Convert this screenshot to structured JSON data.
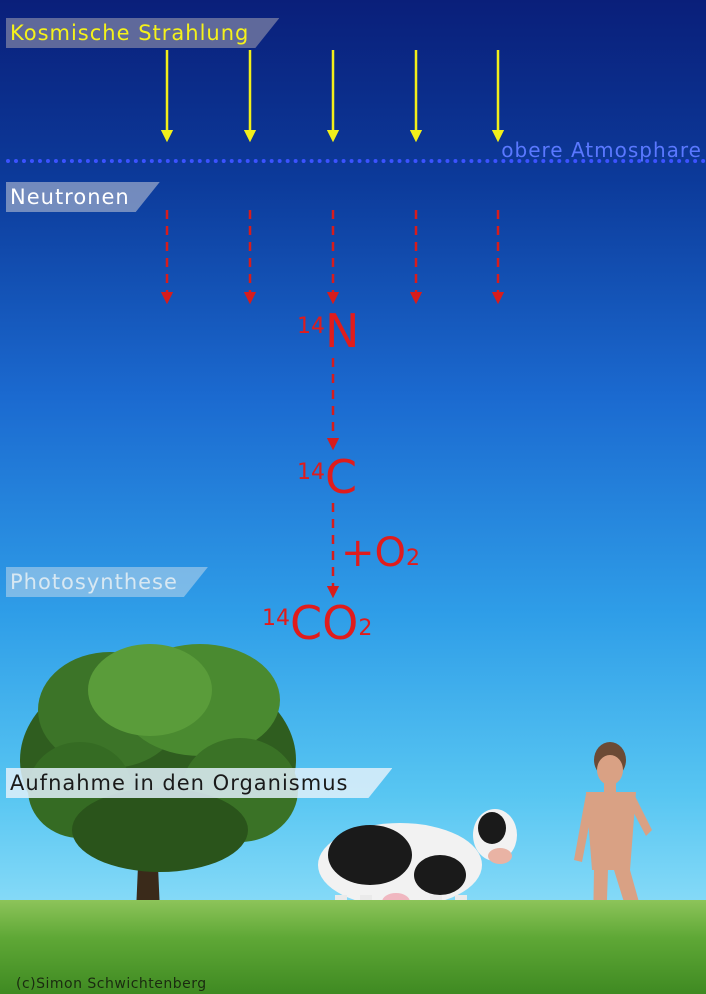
{
  "labels": {
    "cosmic": "Kosmische Strahlung",
    "atmosphere": "obere Atmosphare",
    "neutrons": "Neutronen",
    "photosynthesis": "Photosynthese",
    "uptake": "Aufnahme in den Organismus"
  },
  "chemistry": {
    "n14": {
      "mass": "14",
      "symbol": "N"
    },
    "c14": {
      "mass": "14",
      "symbol": "C"
    },
    "plus_o2": {
      "prefix": "+O",
      "sub": "2"
    },
    "co2": {
      "mass": "14",
      "symbol": "CO",
      "sub": "2"
    }
  },
  "figures": [
    "tree",
    "cow",
    "human-statue"
  ],
  "colors": {
    "cosmic_rays": "#f2ef1a",
    "neutron_arrows": "#d81c1c",
    "atmosphere_line": "#3b52ff"
  },
  "copyright": "(c)Simon Schwichtenberg"
}
